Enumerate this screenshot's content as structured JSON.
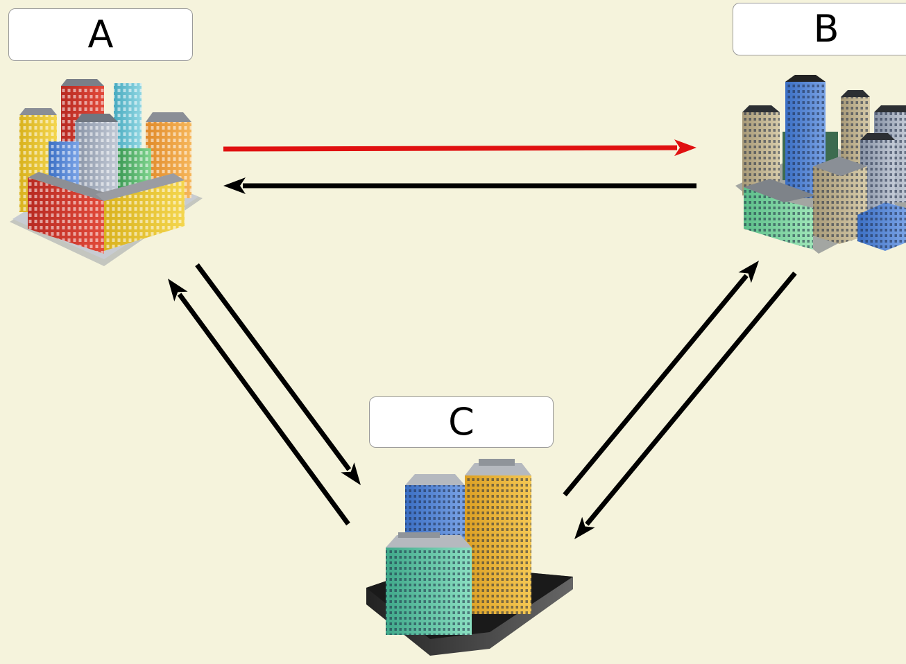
{
  "nodes": {
    "a": {
      "label": "A",
      "icon": "city-block-icon"
    },
    "b": {
      "label": "B",
      "icon": "skyscraper-district-icon"
    },
    "c": {
      "label": "C",
      "icon": "office-buildings-icon"
    }
  },
  "edges": [
    {
      "from": "A",
      "to": "B",
      "color": "#e01010"
    },
    {
      "from": "B",
      "to": "A",
      "color": "#000000"
    },
    {
      "from": "A",
      "to": "C",
      "color": "#000000"
    },
    {
      "from": "C",
      "to": "A",
      "color": "#000000"
    },
    {
      "from": "C",
      "to": "B",
      "color": "#000000"
    },
    {
      "from": "B",
      "to": "C",
      "color": "#000000"
    }
  ],
  "colors": {
    "background": "#f5f3dc",
    "highlight_arrow": "#e01010",
    "arrow": "#000000"
  }
}
